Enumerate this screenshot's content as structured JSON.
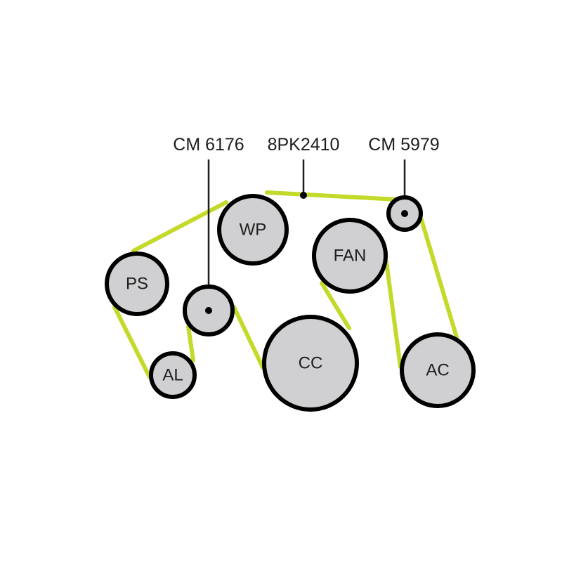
{
  "labels": {
    "idler": "CM 6176",
    "belt": "8PK2410",
    "tensioner": "CM 5979"
  },
  "pulleys": {
    "wp": "WP",
    "ps": "PS",
    "al": "AL",
    "cc": "CC",
    "fan": "FAN",
    "ac": "AC"
  },
  "colors": {
    "belt": "#c3da2a",
    "pulley_fill": "#d0d0d2",
    "outline": "#000000"
  }
}
